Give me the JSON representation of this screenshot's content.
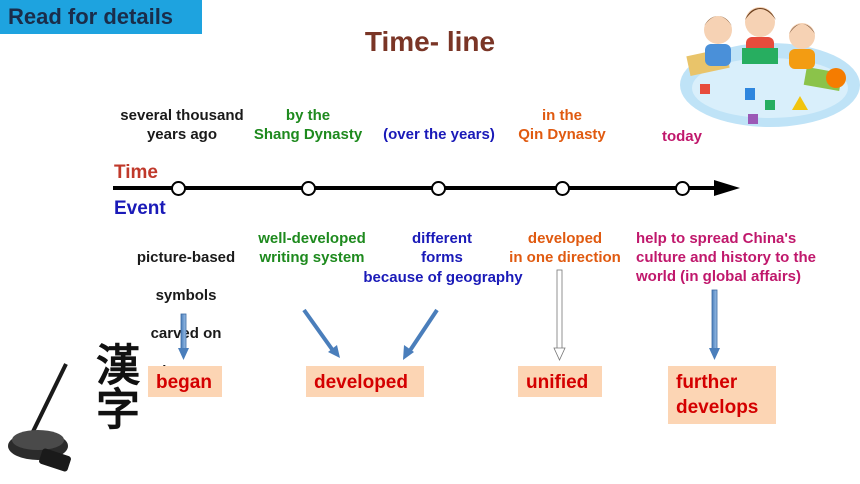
{
  "badge": "Read for details",
  "title": "Time- line",
  "row_labels": {
    "time": "Time",
    "event": "Event"
  },
  "colors": {
    "black": "#1a1a1a",
    "green": "#1e8a1e",
    "blue": "#1a1ab8",
    "orange": "#e05a10",
    "magenta": "#c0186c",
    "axis_time": "#c0392b",
    "axis_event": "#1a1ab8"
  },
  "timeline": {
    "times": [
      {
        "text": "several thousand\nyears ago"
      },
      {
        "text": "by the\nShang Dynasty"
      },
      {
        "text": "(over the years)"
      },
      {
        "text": "in the\nQin Dynasty"
      },
      {
        "text": "today"
      }
    ],
    "events": [
      {
        "lines": [
          "picture-based",
          "symbols",
          "carved on"
        ],
        "italic": "longgu"
      },
      {
        "text": "well-developed\nwriting system"
      },
      {
        "text": "different\nforms"
      },
      {
        "text": "developed\nin one direction"
      },
      {
        "text": "help to spread China's\nculture and history to the\nworld  (in global affairs)"
      }
    ],
    "extra_event": "because of geography"
  },
  "stages": [
    "began",
    "developed",
    "unified",
    "further\ndevelops"
  ],
  "calligraphy": "漢字"
}
